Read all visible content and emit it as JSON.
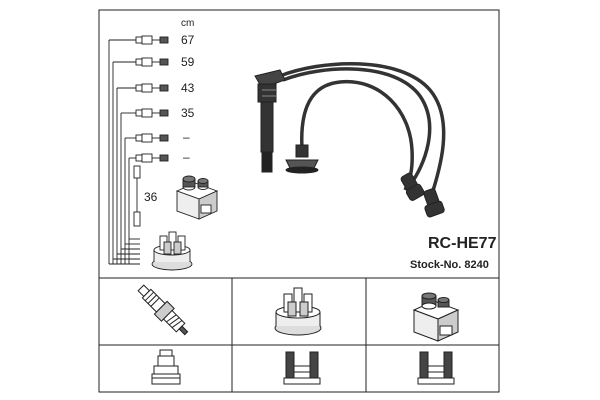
{
  "unit_label": "cm",
  "lengths": [
    "67",
    "59",
    "43",
    "35",
    "–",
    "–"
  ],
  "extra_length": "36",
  "product": {
    "model": "RC-HE77",
    "stock_number": "Stock-No. 8240"
  },
  "compatibility_icons": [
    {
      "name": "spark-plug-icon"
    },
    {
      "name": "distributor-cap-icon"
    },
    {
      "name": "ignition-coil-icon"
    }
  ],
  "connector_icons": [
    {
      "name": "straight-boot-connector-icon"
    },
    {
      "name": "clip-terminal-icon"
    },
    {
      "name": "clip-terminal-icon"
    }
  ],
  "colors": {
    "line": "#222222",
    "fill_light": "#ffffff",
    "fill_gray": "#cccccc",
    "fill_dark": "#555555"
  }
}
